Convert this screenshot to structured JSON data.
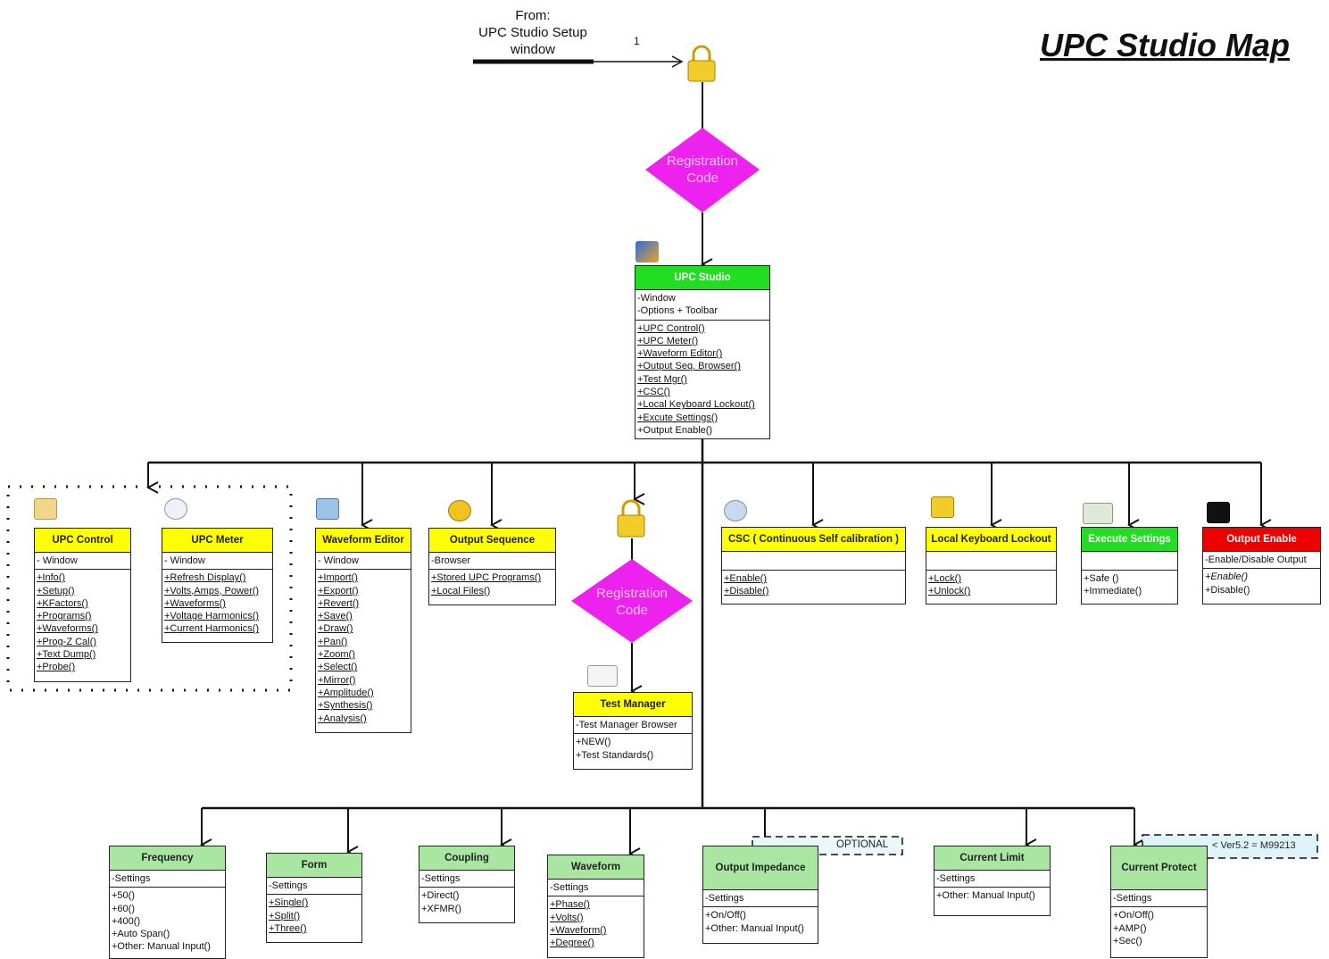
{
  "title": "UPC Studio Map",
  "entry": {
    "from_lines": [
      "From:",
      "UPC Studio Setup",
      "window"
    ],
    "step": "1"
  },
  "diamonds": [
    {
      "label_lines": [
        "Registration",
        "Code"
      ]
    },
    {
      "label_lines": [
        "Registration",
        "Code"
      ]
    }
  ],
  "boxes": {
    "main": {
      "header": "UPC Studio",
      "attrs": [
        "-Window",
        "-Options + Toolbar"
      ],
      "methods": [
        "+UPC Control()",
        "+UPC Meter()",
        "+Waveform Editor()",
        "+Output Seq. Browser()",
        "+Test Mgr()",
        "+CSC()",
        "+Local Keyboard Lockout()",
        "+Excute Settings()",
        "+Output Enable()"
      ]
    },
    "upc_control": {
      "header": "UPC Control",
      "attrs": [
        "- Window"
      ],
      "methods": [
        "+Info()",
        "+Setup()",
        "+KFactors()",
        "+Programs()",
        "+Waveforms()",
        "+Prog-Z Cal()",
        "+Text Dump()",
        "+Probe()"
      ]
    },
    "upc_meter": {
      "header": "UPC Meter",
      "attrs": [
        "- Window"
      ],
      "methods": [
        "+Refresh Display()",
        "+Volts,Amps, Power()",
        "+Waveforms()",
        "+Voltage Harmonics()",
        "+Current Harmonics()"
      ]
    },
    "waveform_editor": {
      "header": "Waveform Editor",
      "attrs": [
        "- Window"
      ],
      "methods": [
        "+Import()",
        "+Export()",
        "+Revert()",
        "+Save()",
        "+Draw()",
        "+Pan()",
        "+Zoom()",
        "+Select()",
        "+Mirror()",
        "+Amplitude()",
        "+Synthesis()",
        "+Analysis()"
      ]
    },
    "output_sequence": {
      "header": "Output Sequence",
      "attrs": [
        "-Browser"
      ],
      "methods": [
        "+Stored UPC Programs()",
        "+Local Files()"
      ]
    },
    "test_manager": {
      "header": "Test Manager",
      "attrs": [
        "-Test Manager Browser"
      ],
      "methods": [
        "+NEW()",
        "+Test Standards()"
      ]
    },
    "csc": {
      "header": "CSC ( Continuous Self calibration )",
      "attrs": [
        ""
      ],
      "methods": [
        "+Enable()",
        "+Disable()"
      ]
    },
    "lockout": {
      "header": "Local Keyboard Lockout",
      "attrs": [
        ""
      ],
      "methods": [
        "+Lock()",
        "+Unlock()"
      ]
    },
    "execute": {
      "header": "Execute Settings",
      "attrs": [
        ""
      ],
      "methods": [
        "+Safe ()",
        "+Immediate()"
      ]
    },
    "output_enable": {
      "header": "Output Enable",
      "attrs": [
        "-Enable/Disable Output"
      ],
      "methods": [
        "+Enable()",
        "+Disable()"
      ]
    },
    "frequency": {
      "header": "Frequency",
      "attrs": [
        "-Settings"
      ],
      "methods": [
        "+50()",
        "+60()",
        "+400()",
        "+Auto Span()",
        "+Other: Manual Input()"
      ]
    },
    "form": {
      "header": "Form",
      "attrs": [
        "-Settings"
      ],
      "methods": [
        "+Single()",
        "+Split()",
        "+Three()"
      ]
    },
    "coupling": {
      "header": "Coupling",
      "attrs": [
        "-Settings"
      ],
      "methods": [
        "+Direct()",
        "+XFMR()"
      ]
    },
    "waveform": {
      "header": "Waveform",
      "attrs": [
        "-Settings"
      ],
      "methods": [
        "+Phase()",
        "+Volts()",
        "+Waveform()",
        "+Degree()"
      ]
    },
    "output_impedance": {
      "header": "Output Impedance",
      "attrs": [
        "-Settings"
      ],
      "methods": [
        "+On/Off()",
        "+Other: Manual Input()"
      ]
    },
    "current_limit": {
      "header": "Current Limit",
      "attrs": [
        "-Settings"
      ],
      "methods": [
        "+Other: Manual Input()"
      ]
    },
    "current_protect": {
      "header": "Current Protect",
      "attrs": [
        "-Settings"
      ],
      "methods": [
        "+On/Off()",
        "+AMP()",
        "+Sec()"
      ]
    }
  },
  "notes": {
    "optional": "OPTIONAL",
    "version": "< Ver5.2 = M99213"
  },
  "colors": {
    "yellow": "#ffff00",
    "green": "#a8e6a2",
    "bright_green": "#22dd22",
    "red": "#ee0000",
    "magenta": "#ee22ee",
    "note": "#dff3fb"
  }
}
